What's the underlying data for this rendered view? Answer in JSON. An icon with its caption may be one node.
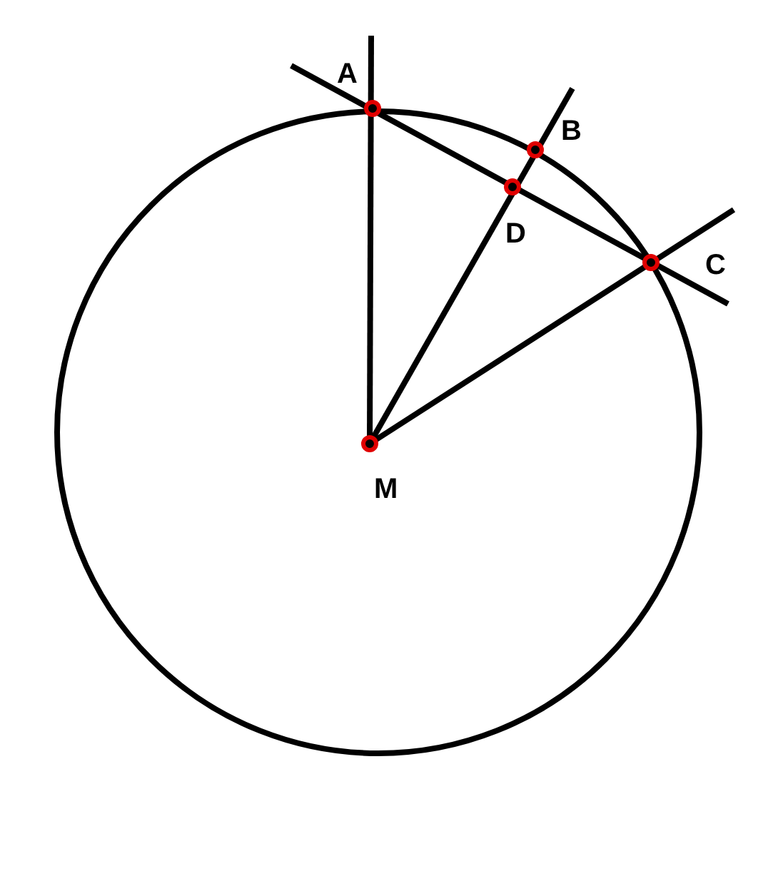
{
  "diagram": {
    "labels": [
      "A",
      "B",
      "C",
      "D",
      "M"
    ]
  }
}
